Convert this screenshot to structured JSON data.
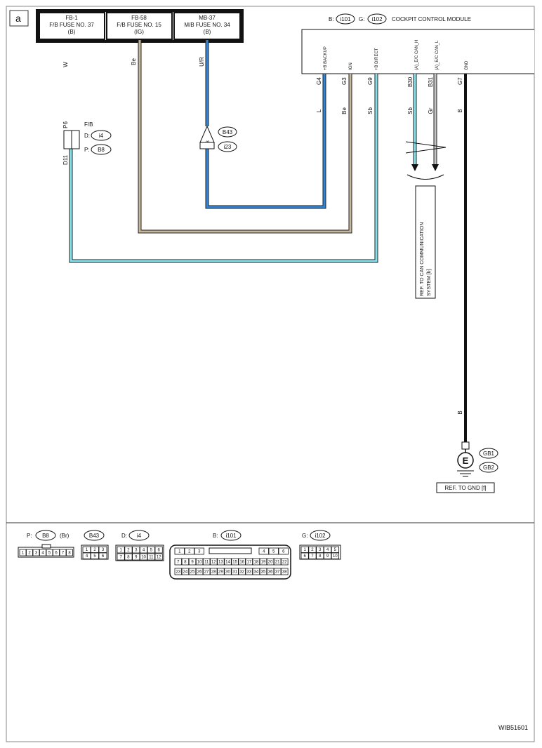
{
  "page_marker": "a",
  "fuses": [
    {
      "id": "FB-1",
      "name": "F/B FUSE NO. 37",
      "supply": "(B)"
    },
    {
      "id": "FB-58",
      "name": "F/B FUSE NO. 15",
      "supply": "(IG)"
    },
    {
      "id": "MB-37",
      "name": "M/B FUSE NO. 34",
      "supply": "(B)"
    }
  ],
  "fuse_wire_colors": {
    "w": "W",
    "be": "Be",
    "ur": "U/R"
  },
  "module": {
    "prefix_b": "B:",
    "conn_b": "i101",
    "prefix_g": "G:",
    "conn_g": "i102",
    "name": "COCKPIT CONTROL MODULE",
    "pins": [
      {
        "label": "+B BACKUP",
        "terminal": "G4",
        "wire": "L"
      },
      {
        "label": "IGN",
        "terminal": "G3",
        "wire": "Be"
      },
      {
        "label": "+B DIRECT",
        "terminal": "G9",
        "wire": "Sb"
      },
      {
        "label": "(A)_E/C CAN_H",
        "terminal": "B30",
        "wire": "Sb"
      },
      {
        "label": "(A)_E/C CAN_L",
        "terminal": "B31",
        "wire": "Gr"
      },
      {
        "label": "GND",
        "terminal": "G7",
        "wire": "B"
      }
    ]
  },
  "fb_connector": {
    "pin_top": "P6",
    "pin_bottom": "D11",
    "title": "F/B",
    "d_prefix": "D:",
    "d_conn": "i4",
    "p_prefix": "P:",
    "p_conn": "B8"
  },
  "joint": {
    "number": "3",
    "conn_top": "B43",
    "conn_bottom": "i23"
  },
  "can_ref": {
    "line1": "REF. TO CAN COMMUNICATION",
    "line2": "SYSTEM [b]"
  },
  "ground": {
    "wire": "B",
    "symbol": "E",
    "conn1": "GB1",
    "conn2": "GB2",
    "ref": "REF. TO GND [f]"
  },
  "connector_views": [
    {
      "prefix": "P:",
      "name": "B8",
      "suffix": "(Br)"
    },
    {
      "prefix": "",
      "name": "B43",
      "suffix": ""
    },
    {
      "prefix": "D:",
      "name": "i4",
      "suffix": ""
    },
    {
      "prefix": "B:",
      "name": "i101",
      "suffix": ""
    },
    {
      "prefix": "G:",
      "name": "i102",
      "suffix": ""
    }
  ],
  "pins_b8": [
    "1",
    "2",
    "3",
    "4",
    "5",
    "6",
    "7",
    "8"
  ],
  "pins_b43": [
    "1",
    "2",
    "3",
    "4",
    "5",
    "6"
  ],
  "pins_i4": [
    "1",
    "2",
    "3",
    "4",
    "5",
    "6",
    "7",
    "8",
    "9",
    "10",
    "11",
    "12"
  ],
  "pins_i101": [
    "1",
    "2",
    "3",
    "4",
    "5",
    "6",
    "7",
    "8",
    "9",
    "10",
    "11",
    "12",
    "13",
    "14",
    "15",
    "16",
    "17",
    "18",
    "19",
    "20",
    "21",
    "22",
    "23",
    "24",
    "25",
    "26",
    "27",
    "28",
    "29",
    "30",
    "31",
    "32",
    "33",
    "34",
    "35",
    "36",
    "37",
    "38"
  ],
  "pins_i102": [
    "1",
    "2",
    "3",
    "4",
    "5",
    "6",
    "7",
    "8",
    "9",
    "10"
  ],
  "figure_code": "WIB51601",
  "colors": {
    "L": "#2f86d9",
    "Be": "#c6b79a",
    "Sb": "#86e2ea",
    "Gr": "#c4c4c4",
    "B": "#111111",
    "UR": "#2f86d9"
  }
}
